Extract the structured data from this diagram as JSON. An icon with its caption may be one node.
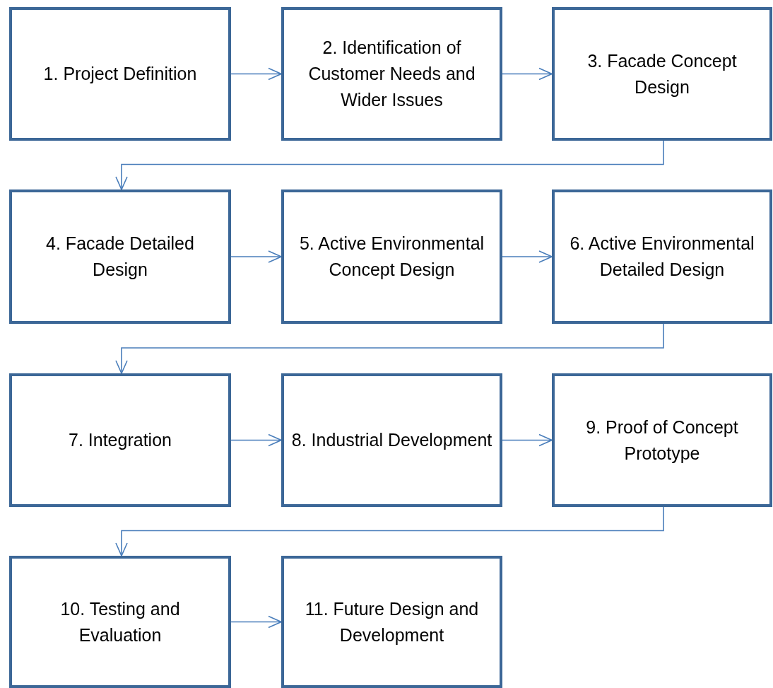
{
  "diagram": {
    "nodes": [
      {
        "text": [
          "1. Project Definition"
        ]
      },
      {
        "text": [
          "2. Identification of Customer Needs and Wider Issues"
        ]
      },
      {
        "text": [
          "3. Facade Concept Design"
        ]
      },
      {
        "text": [
          "4. Facade Detailed Design"
        ]
      },
      {
        "text": [
          "5. Active Environmental Concept Design"
        ]
      },
      {
        "text": [
          "6. Active Environmental Detailed Design"
        ]
      },
      {
        "text": [
          "7. Integration"
        ]
      },
      {
        "text": [
          "8. Industrial Development"
        ]
      },
      {
        "text": [
          "9. Proof of Concept Prototype"
        ]
      },
      {
        "text": [
          "10. Testing and Evaluation"
        ]
      },
      {
        "text": [
          "11. Future Design and Development"
        ]
      }
    ],
    "edges": [
      {
        "from": 0,
        "to": 1,
        "arrow": "to"
      },
      {
        "from": 1,
        "to": 2,
        "arrow": "to"
      },
      {
        "from": 2,
        "to": 3,
        "arrow": "to"
      },
      {
        "from": 3,
        "to": 4,
        "arrow": "to"
      },
      {
        "from": 4,
        "to": 5,
        "arrow": "to"
      },
      {
        "from": 5,
        "to": 6,
        "arrow": "to"
      },
      {
        "from": 6,
        "to": 7,
        "arrow": "to"
      },
      {
        "from": 7,
        "to": 8,
        "arrow": "to"
      },
      {
        "from": 8,
        "to": 9,
        "arrow": "to"
      },
      {
        "from": 9,
        "to": 10,
        "arrow": "to"
      }
    ]
  }
}
